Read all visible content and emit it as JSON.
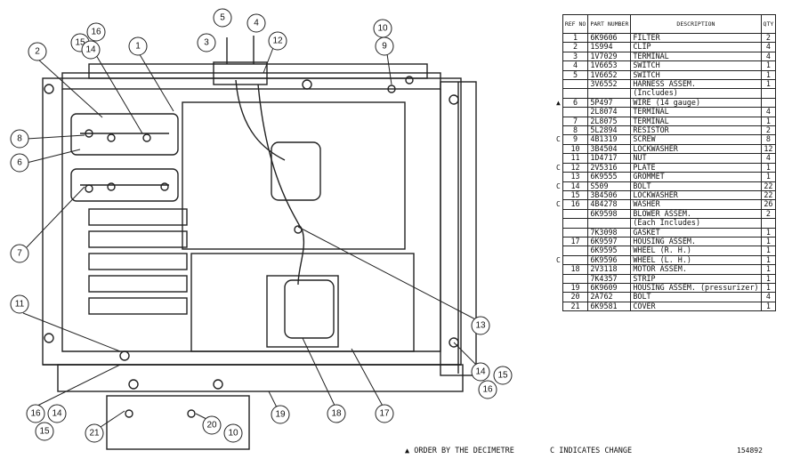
{
  "table": {
    "headers": {
      "ref": "REF NO",
      "part": "PART NUMBER",
      "desc": "DESCRIPTION",
      "qty": "QTY"
    },
    "rows": [
      {
        "mark": "",
        "ref": "1",
        "pn": "6K9606",
        "desc": "FILTER",
        "qty": "2"
      },
      {
        "mark": "",
        "ref": "2",
        "pn": "1S994",
        "desc": "CLIP",
        "qty": "4"
      },
      {
        "mark": "",
        "ref": "3",
        "pn": "1V7029",
        "desc": "TERMINAL",
        "qty": "4"
      },
      {
        "mark": "",
        "ref": "4",
        "pn": "1V6653",
        "desc": "SWITCH",
        "qty": "1"
      },
      {
        "mark": "",
        "ref": "5",
        "pn": "1V6652",
        "desc": "SWITCH",
        "qty": "1"
      },
      {
        "mark": "",
        "ref": "",
        "pn": "3V6552",
        "desc": "HARNESS ASSEM.",
        "qty": "1"
      },
      {
        "mark": "",
        "ref": "",
        "pn": "",
        "desc": "(Includes)",
        "qty": ""
      },
      {
        "mark": "▲",
        "ref": "6",
        "pn": "5P497",
        "desc": "WIRE (14 gauge)",
        "qty": ""
      },
      {
        "mark": "",
        "ref": "",
        "pn": "2L8074",
        "desc": "TERMINAL",
        "qty": "4"
      },
      {
        "mark": "",
        "ref": "7",
        "pn": "2L8075",
        "desc": "TERMINAL",
        "qty": "1"
      },
      {
        "mark": "",
        "ref": "8",
        "pn": "5L2894",
        "desc": "RESISTOR",
        "qty": "2"
      },
      {
        "mark": "C",
        "ref": "9",
        "pn": "4B1319",
        "desc": "SCREW",
        "qty": "8"
      },
      {
        "mark": "",
        "ref": "10",
        "pn": "3B4504",
        "desc": "LOCKWASHER",
        "qty": "12"
      },
      {
        "mark": "",
        "ref": "11",
        "pn": "1D4717",
        "desc": "NUT",
        "qty": "4"
      },
      {
        "mark": "C",
        "ref": "12",
        "pn": "2V5316",
        "desc": "PLATE",
        "qty": "1"
      },
      {
        "mark": "",
        "ref": "13",
        "pn": "6K9555",
        "desc": "GROMMET",
        "qty": "1"
      },
      {
        "mark": "C",
        "ref": "14",
        "pn": "S509",
        "desc": "BOLT",
        "qty": "22"
      },
      {
        "mark": "",
        "ref": "15",
        "pn": "3B4506",
        "desc": "LOCKWASHER",
        "qty": "22"
      },
      {
        "mark": "C",
        "ref": "16",
        "pn": "4B4278",
        "desc": "WASHER",
        "qty": "26"
      },
      {
        "mark": "",
        "ref": "",
        "pn": "6K9598",
        "desc": "BLOWER ASSEM.",
        "qty": "2"
      },
      {
        "mark": "",
        "ref": "",
        "pn": "",
        "desc": "(Each Includes)",
        "qty": ""
      },
      {
        "mark": "",
        "ref": "",
        "pn": "7K3098",
        "desc": "GASKET",
        "qty": "1"
      },
      {
        "mark": "",
        "ref": "17",
        "pn": "6K9597",
        "desc": "HOUSING ASSEM.",
        "qty": "1"
      },
      {
        "mark": "",
        "ref": "",
        "pn": "6K9595",
        "desc": "WHEEL (R. H.)",
        "qty": "1"
      },
      {
        "mark": "C",
        "ref": "",
        "pn": "6K9596",
        "desc": "WHEEL (L. H.)",
        "qty": "1"
      },
      {
        "mark": "",
        "ref": "18",
        "pn": "2V3118",
        "desc": "MOTOR ASSEM.",
        "qty": "1"
      },
      {
        "mark": "",
        "ref": "",
        "pn": "7K4357",
        "desc": "STRIP",
        "qty": "1"
      },
      {
        "mark": "",
        "ref": "19",
        "pn": "6K9609",
        "desc": "HOUSING ASSEM. (pressurizer)",
        "qty": "1"
      },
      {
        "mark": "",
        "ref": "20",
        "pn": "2A762",
        "desc": "BOLT",
        "qty": "4"
      },
      {
        "mark": "",
        "ref": "21",
        "pn": "6K9581",
        "desc": "COVER",
        "qty": "1"
      }
    ]
  },
  "footer": {
    "order_note": "▲ ORDER BY THE DECIMETRE",
    "change_note": "C INDICATES CHANGE",
    "figure_id": "154892"
  },
  "callouts": [
    "1",
    "2",
    "3",
    "4",
    "5",
    "6",
    "7",
    "8",
    "9",
    "10",
    "11",
    "12",
    "13",
    "14",
    "15",
    "16",
    "17",
    "18",
    "19",
    "20",
    "21"
  ]
}
